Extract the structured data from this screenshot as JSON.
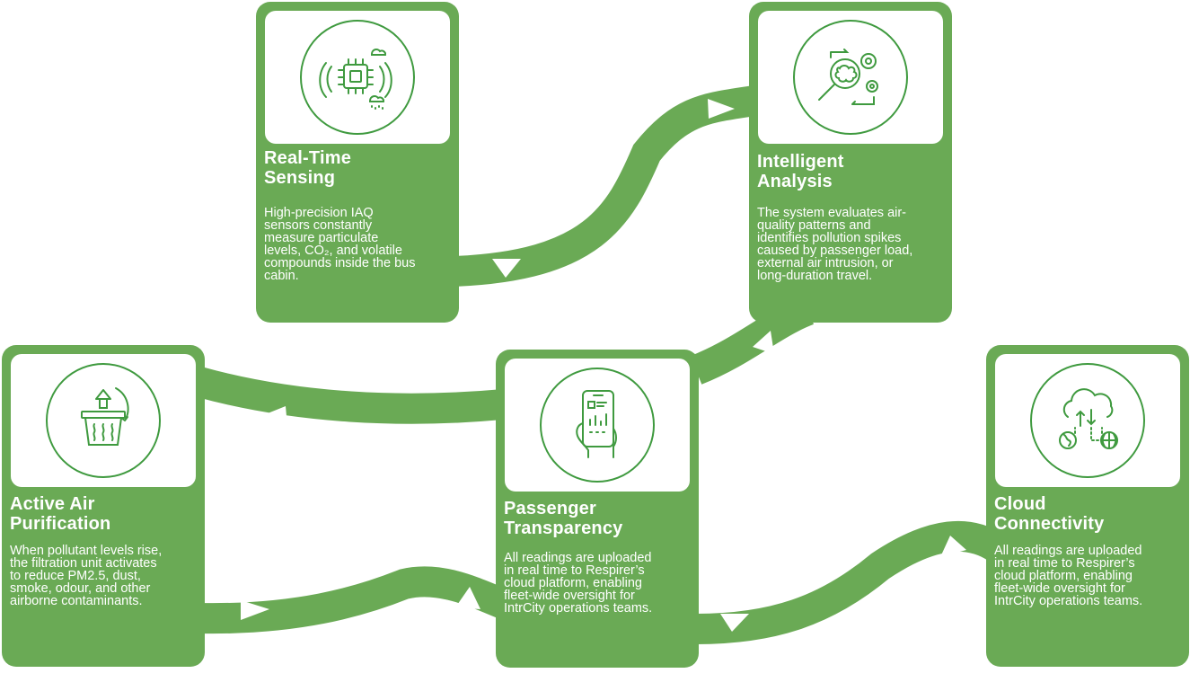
{
  "theme": {
    "card_color": "#6aaa55",
    "icon_stroke": "#3f9a3f",
    "connector_color": "#6aaa55",
    "arrow_color": "#ffffff"
  },
  "cards": [
    {
      "id": "real-time-sensing",
      "title_lines": [
        "Real-Time",
        "Sensing"
      ],
      "body_lines": [
        "High-precision IAQ",
        "sensors constantly",
        "measure particulate",
        "levels, CO₂, and volatile",
        "compounds inside the bus",
        "cabin."
      ],
      "icon": "chip-sensor-icon"
    },
    {
      "id": "intelligent-analysis",
      "title_lines": [
        "Intelligent",
        "Analysis"
      ],
      "body_lines": [
        "The system evaluates air-",
        "quality patterns and",
        "identifies pollution spikes",
        "caused by passenger load,",
        "external air intrusion, or",
        "long-duration travel."
      ],
      "icon": "brain-analysis-icon"
    },
    {
      "id": "active-air-purification",
      "title_lines": [
        "Active Air",
        "Purification"
      ],
      "body_lines": [
        "When pollutant levels rise,",
        "the filtration unit activates",
        "to reduce PM2.5, dust,",
        "smoke, odour, and other",
        "airborne contaminants."
      ],
      "icon": "air-purifier-icon"
    },
    {
      "id": "passenger-transparency",
      "title_lines": [
        "Passenger",
        "Transparency"
      ],
      "body_lines": [
        "All readings are uploaded",
        "in real time to Respirer’s",
        "cloud platform, enabling",
        "fleet-wide oversight for",
        "IntrCity operations teams."
      ],
      "icon": "mobile-dashboard-icon"
    },
    {
      "id": "cloud-connectivity",
      "title_lines": [
        "Cloud",
        "Connectivity"
      ],
      "body_lines": [
        "All readings are uploaded",
        "in real time to Respirer’s",
        "cloud platform, enabling",
        "fleet-wide oversight for",
        "IntrCity operations teams."
      ],
      "icon": "cloud-globe-icon"
    }
  ]
}
